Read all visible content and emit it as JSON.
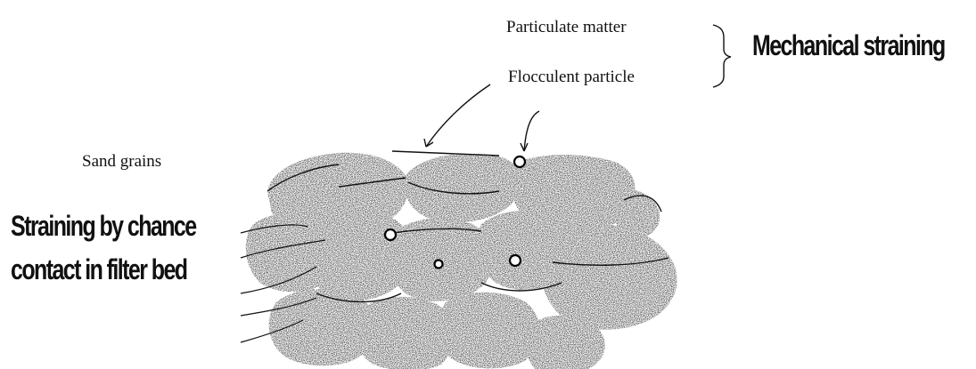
{
  "labels": {
    "particulate_matter": "Particulate matter",
    "flocculent_particle": "Flocculent particle",
    "mechanical_straining": "Mechanical straining",
    "sand_grains": "Sand grains",
    "straining_line1": "Straining by chance",
    "straining_line2": "contact in filter bed"
  },
  "colors": {
    "ink": "#111111",
    "background": "#ffffff"
  }
}
